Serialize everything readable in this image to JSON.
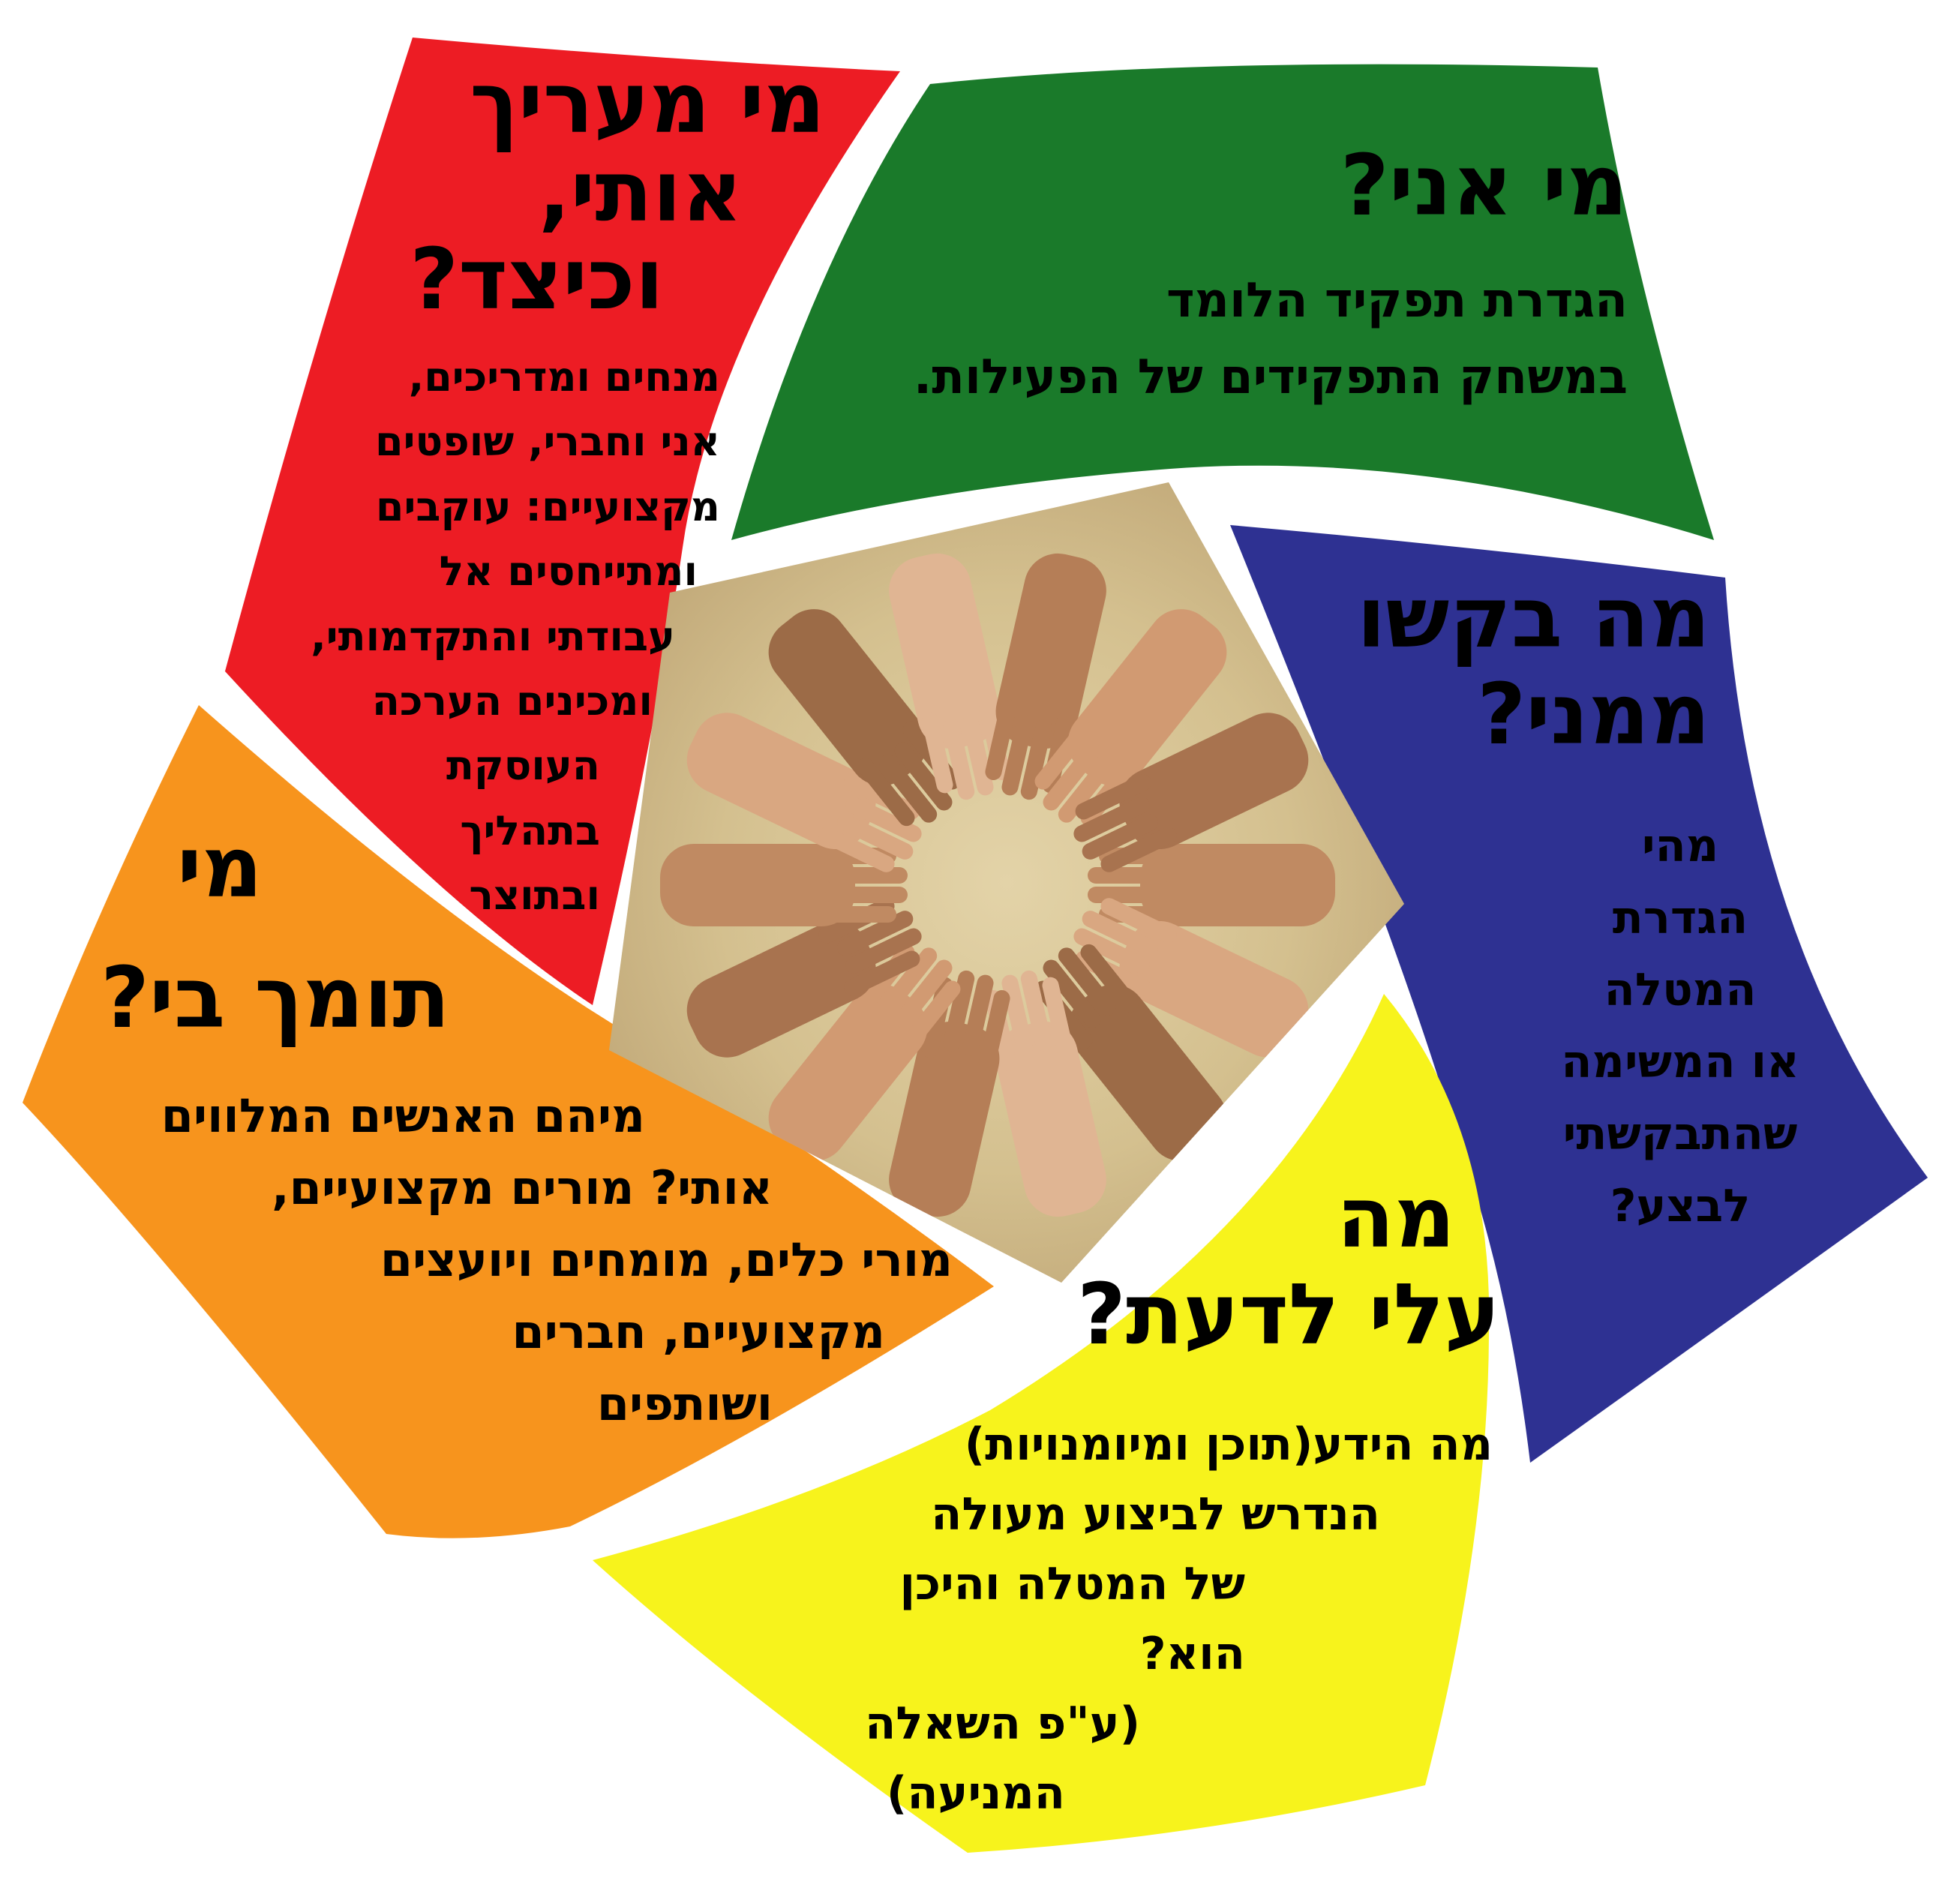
{
  "segments": {
    "green": {
      "color": "#1a7a2a",
      "title": "מי אני?",
      "lines": [
        "הגדרת תפקיד הלומד",
        "במשחק התפקידים של הפעילות."
      ]
    },
    "blue": {
      "color": "#2e3192",
      "title_lines": [
        "מה בקשו",
        "ממני?"
      ],
      "lines": [
        "מהי",
        "הגדרת",
        "המטלה",
        "או המשימה",
        "שהתבקשתי",
        "לבצע?"
      ]
    },
    "yellow": {
      "color": "#f7f31c",
      "title_lines": [
        "מה",
        "עלי לדעת?"
      ],
      "lines": [
        "מה הידע(תוכן ומיומנויות)",
        "הנדרש לביצוע מעולה",
        "של המטלה והיכן הוא?",
        "(ע\"פ השאלה",
        "המניעה)"
      ]
    },
    "orange": {
      "color": "#f7941d",
      "title_lines": [
        "מי",
        "תומך בי?"
      ],
      "lines": [
        "מיהם האנשים המלווים",
        "אותי? מורים מקצועיים,",
        "מורי כלים, מומחים ויועצים",
        "מקצועיים, חברים",
        "ושותפים"
      ]
    },
    "red": {
      "color": "#ed1c24",
      "title_lines": [
        "מי מעריך",
        "אותי,",
        "וכיצד?"
      ],
      "lines": [
        "מנחים ומדריכים,",
        "אני וחברי, שופטים",
        "מקצועיים: עוקבים",
        "ומתייחסים אל",
        "עבודתי והתקדמותי,",
        "ומכינים הערכה",
        "העוסקת",
        "בתהליך",
        "ובתוצר"
      ]
    }
  },
  "center": {
    "image": "hands-circle-in-sand",
    "sand_color": "#d9c79a"
  }
}
